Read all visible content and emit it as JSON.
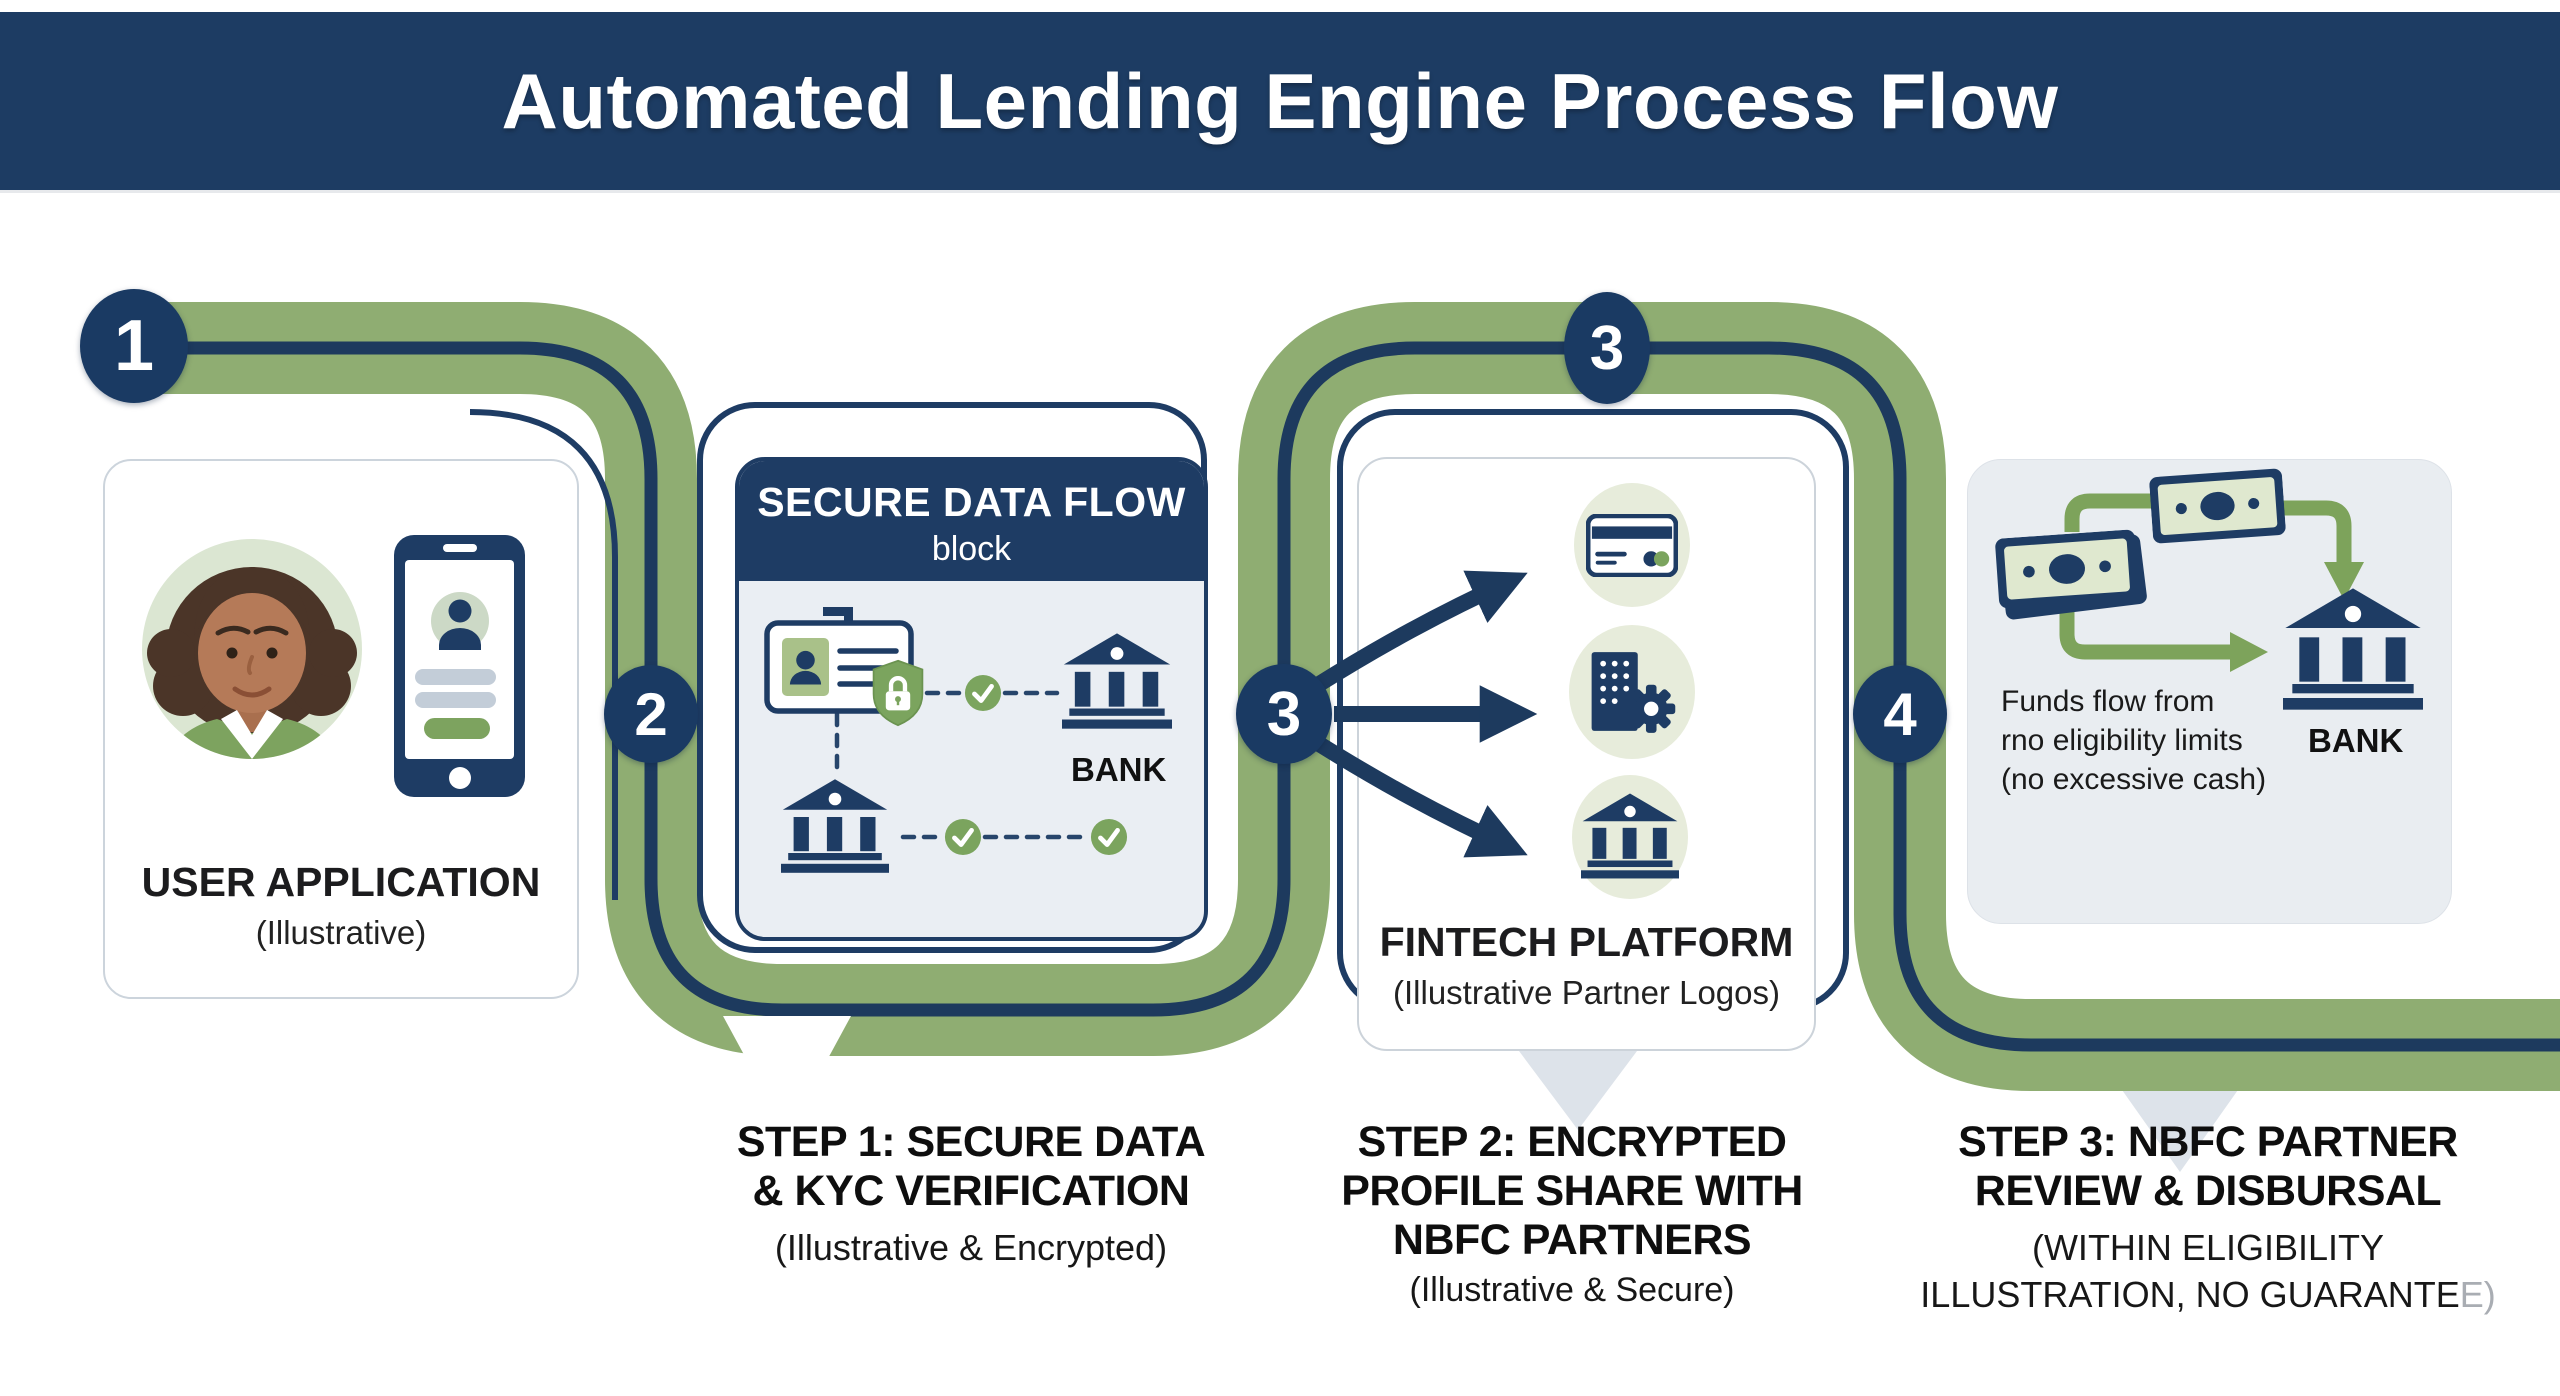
{
  "title": "Automated Lending Engine Process Flow",
  "markers": [
    {
      "label": "1"
    },
    {
      "label": "2"
    },
    {
      "label": "3"
    },
    {
      "label": "3"
    },
    {
      "label": "4"
    }
  ],
  "cards": {
    "user_application": {
      "title": "USER APPLICATION",
      "subtitle": "(Illustrative)"
    },
    "secure_data_flow": {
      "title": "SECURE DATA FLOW",
      "subtitle": "block",
      "bank_label": "BANK"
    },
    "fintech_platform": {
      "title": "FINTECH PLATFORM",
      "subtitle": "(Illustrative Partner Logos)"
    },
    "funds_flow": {
      "lines": [
        "Funds flow from",
        "rno eligibility limits",
        "(no excessive cash)"
      ],
      "bank_label": "BANK"
    }
  },
  "captions": {
    "step1": {
      "lines": [
        "STEP 1: SECURE DATA",
        "& KYC VERIFICATION"
      ],
      "sub": "(Illustrative & Encrypted)"
    },
    "step2": {
      "lines": [
        "STEP 2: ENCRYPTED",
        "PROFILE SHARE WITH",
        "NBFC PARTNERS"
      ],
      "sub": "(Illustrative & Secure)"
    },
    "step3": {
      "lines": [
        "STEP 3: NBFC PARTNER",
        "REVIEW & DISBURSAL"
      ],
      "sub_lines": [
        "(WITHIN ELIGIBILITY",
        "ILLUSTRATION, NO GUARANTE"
      ],
      "sub_faded": "E)"
    }
  },
  "icons": {
    "avatar": "woman-avatar-icon",
    "phone": "smartphone-icon",
    "id_card": "id-card-icon",
    "shield": "lock-shield-icon",
    "check": "check-circle-icon",
    "bank": "bank-icon",
    "credit_card": "credit-card-icon",
    "building_gear": "building-gear-icon",
    "banknote": "banknote-icon"
  },
  "colors": {
    "navy": "#1d3c63",
    "path_green": "#8fad72",
    "accent_green": "#7ba45e",
    "pale_green_circle": "#e7ecdb",
    "card_gray": "#e9edf1"
  }
}
